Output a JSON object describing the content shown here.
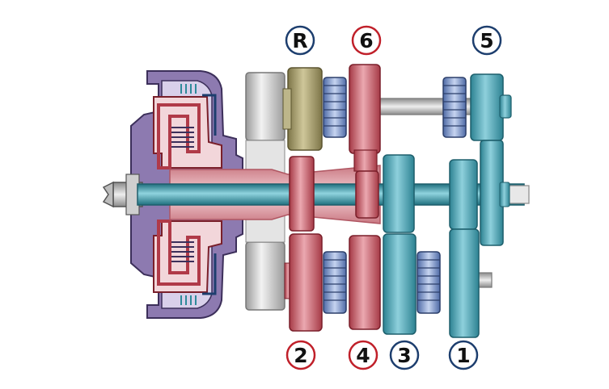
{
  "diagram": {
    "type": "dual-clutch transmission cross-section",
    "colors": {
      "housing": "#8d7ab0",
      "clutch_red": "#b03a48",
      "clutch_pink": "#e9a8b0",
      "shaft_teal": "#2e8a9a",
      "gear_teal": "#5fb3c2",
      "gear_teal_dark": "#2d8292",
      "gear_red": "#c45a66",
      "gear_red_light": "#e8a2aa",
      "gear_olive": "#9a9160",
      "synchro_blue": "#8da6d6",
      "flywheel_gray": "#c8c8c8",
      "label_ring_blue": "#1d3e6e",
      "label_ring_red": "#c0202a"
    },
    "labels": {
      "reverse": {
        "text": "R",
        "ring": "blue"
      },
      "sixth": {
        "text": "6",
        "ring": "red"
      },
      "fifth": {
        "text": "5",
        "ring": "blue"
      },
      "second": {
        "text": "2",
        "ring": "red"
      },
      "fourth": {
        "text": "4",
        "ring": "red"
      },
      "third": {
        "text": "3",
        "ring": "blue"
      },
      "first": {
        "text": "1",
        "ring": "blue"
      }
    }
  }
}
